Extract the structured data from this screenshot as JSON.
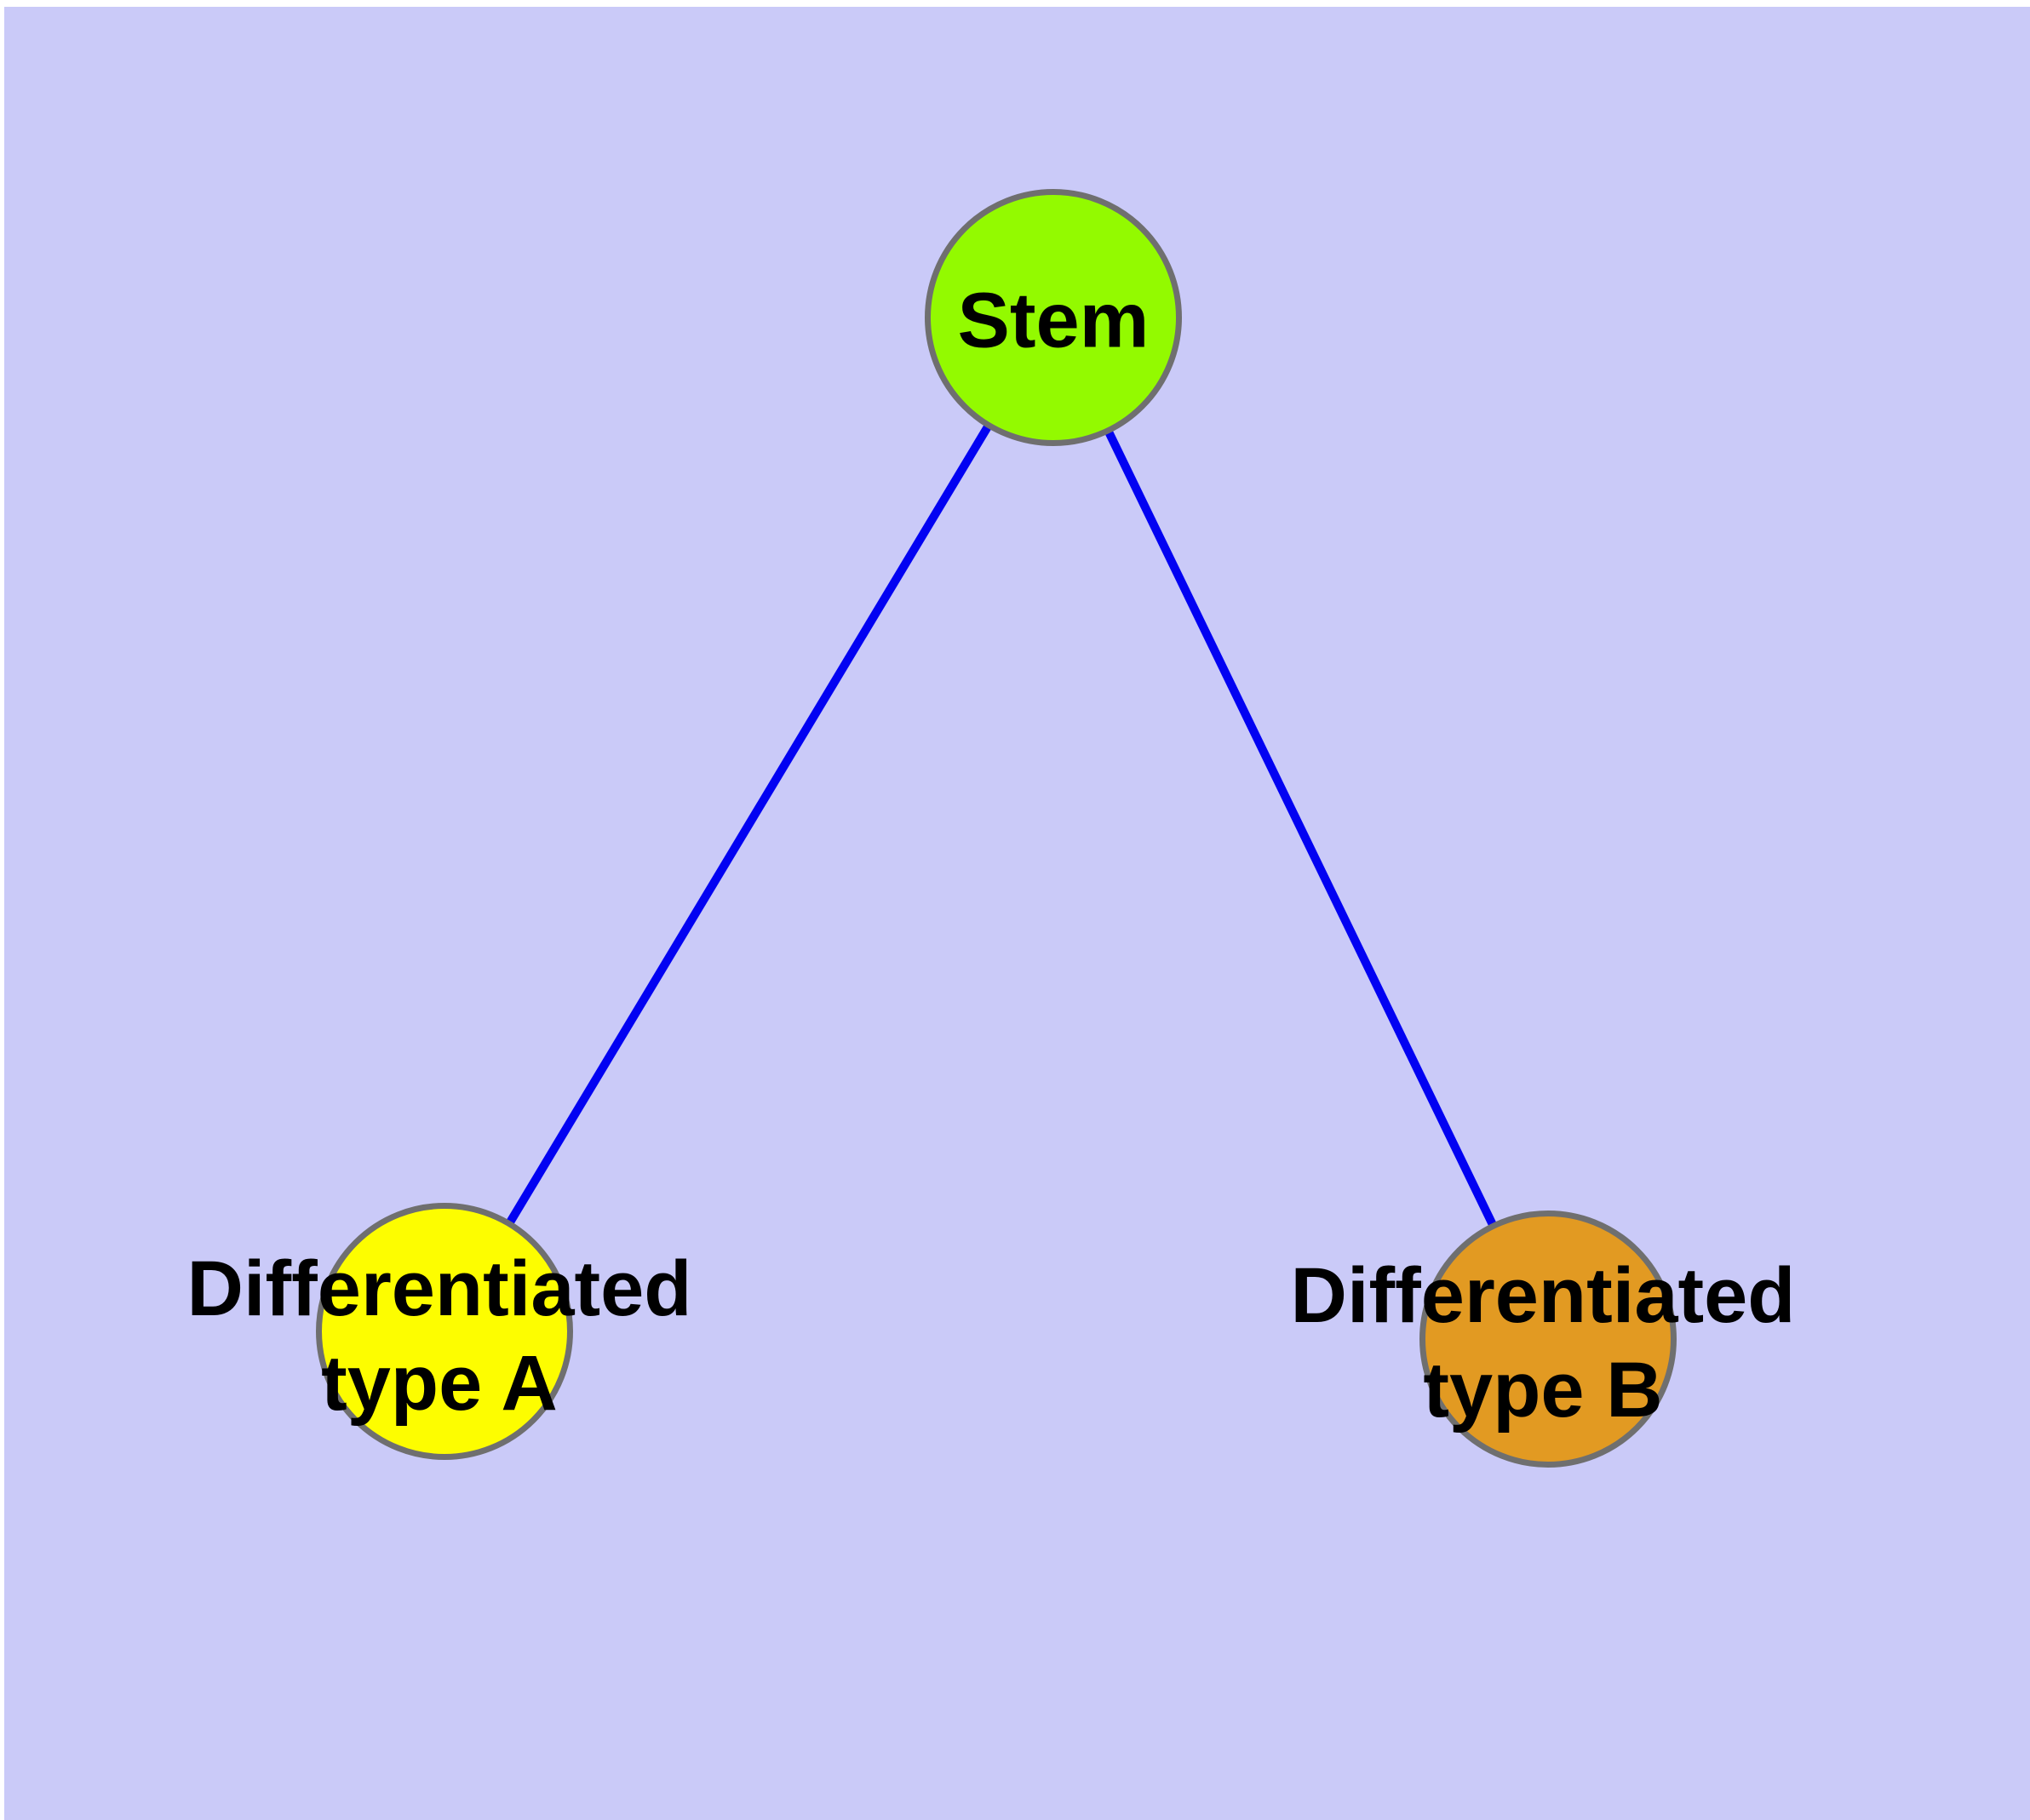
{
  "diagram": {
    "kind": "node-link-graph",
    "background_color": "#CACAF8",
    "node_border_color": "#6F6F6F",
    "edge_color": "#0202F2",
    "text_color": "#000000",
    "nodes": [
      {
        "id": "stem",
        "label": "Stem",
        "fill_color": "#93FA00"
      },
      {
        "id": "differentiated-type-a",
        "label_line1": "Differentiated",
        "label_line2": "type A",
        "fill_color": "#FDFD00"
      },
      {
        "id": "differentiated-type-b",
        "label_line1": "Differentiated",
        "label_line2": "type B",
        "fill_color": "#E29A22"
      }
    ],
    "edges": [
      {
        "from": "Stem",
        "to": "Differentiated type A"
      },
      {
        "from": "Stem",
        "to": "Differentiated type B"
      }
    ]
  }
}
